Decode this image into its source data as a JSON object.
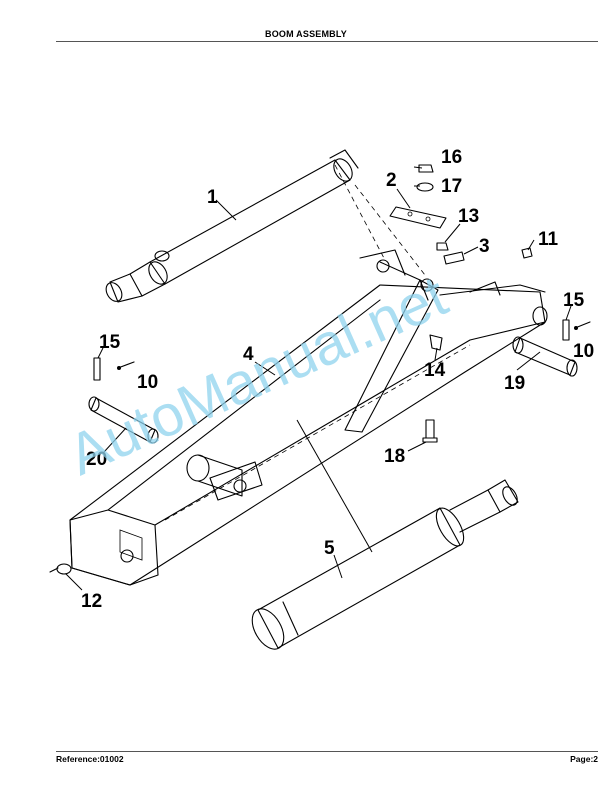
{
  "header": {
    "title": "BOOM ASSEMBLY"
  },
  "footer": {
    "reference": "Reference:01002",
    "page": "Page:2"
  },
  "watermark": {
    "text": "AutoManual.net"
  },
  "callouts": [
    "1",
    "2",
    "3",
    "4",
    "5",
    "10",
    "10",
    "11",
    "12",
    "13",
    "14",
    "15",
    "15",
    "16",
    "17",
    "18",
    "19",
    "20"
  ]
}
